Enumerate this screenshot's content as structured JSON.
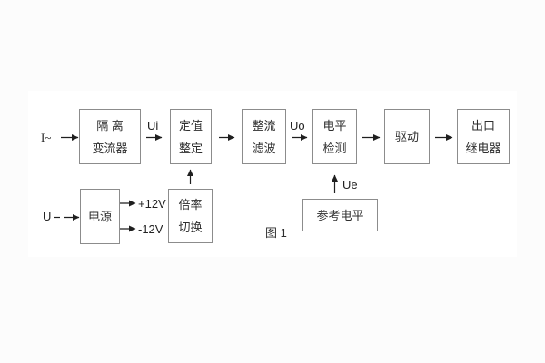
{
  "figure": {
    "caption": "图 1",
    "page_background": "#fcfcfc",
    "panel_background": "#ffffff",
    "box_border_color": "#8c8c8c",
    "text_color": "#2e2e2e",
    "arrow_color": "#1f1f1f"
  },
  "blocks": {
    "isolation_transformer": {
      "line1": "隔 离",
      "line2": "变流器"
    },
    "setting_adjust": {
      "line1": "定值",
      "line2": "整定"
    },
    "rectify_filter": {
      "line1": "整流",
      "line2": "滤波"
    },
    "level_detect": {
      "line1": "电平",
      "line2": "检测"
    },
    "driver": {
      "line1": "驱动"
    },
    "output_relay": {
      "line1": "出口",
      "line2": "继电器"
    },
    "power_supply": {
      "line1": "电源"
    },
    "ratio_switch": {
      "line1": "倍率",
      "line2": "切换"
    },
    "reference_level": {
      "line1": "参考电平"
    }
  },
  "labels": {
    "input_current": "I~",
    "input_voltage": "U",
    "ui": "Ui",
    "uo": "Uo",
    "ue": "Ue",
    "plus_12v": "+12V",
    "minus_12v": "-12V"
  }
}
